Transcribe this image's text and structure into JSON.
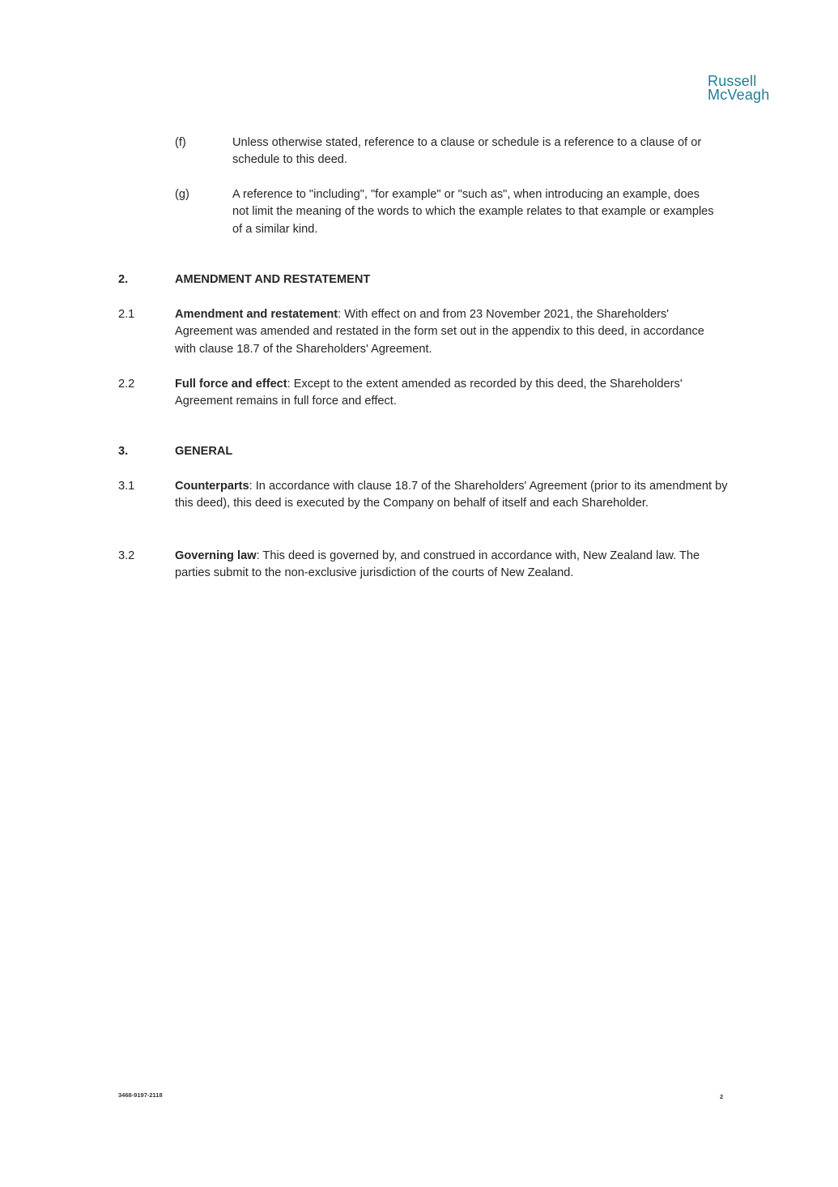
{
  "header": {
    "logo_line1": "Russell",
    "logo_line2": "McVeagh"
  },
  "clauses": {
    "f": {
      "label": "(f)",
      "text": "Unless otherwise stated, reference to a clause or schedule is a reference to a clause of or schedule to this deed."
    },
    "g": {
      "label": "(g)",
      "text": "A reference to \"including\", \"for example\" or \"such as\", when introducing an example, does not limit the meaning of the words to which the example relates to that example or examples of a similar kind."
    }
  },
  "section2": {
    "number": "2.",
    "title": "AMENDMENT AND RESTATEMENT",
    "items": [
      {
        "number": "2.1",
        "lead": "Amendment and restatement",
        "text": ":  With effect on and from 23 November 2021, the Shareholders' Agreement was amended and restated in the form set out in the appendix to this deed, in accordance with clause 18.7 of the Shareholders' Agreement."
      },
      {
        "number": "2.2",
        "lead": "Full force and effect",
        "text": ":  Except to the extent amended as recorded by this deed, the Shareholders' Agreement remains in full force and effect."
      }
    ]
  },
  "section3": {
    "number": "3.",
    "title": "GENERAL",
    "items": [
      {
        "number": "3.1",
        "lead": "Counterparts",
        "text": ":  In accordance with clause 18.7 of the Shareholders' Agreement (prior to its amendment by this deed), this deed is executed by the Company on behalf of itself and each Shareholder."
      },
      {
        "number": "3.2",
        "lead": "Governing law",
        "text": ": This deed is governed by, and construed in accordance with, New Zealand law.  The parties submit to the non-exclusive jurisdiction of the courts of New Zealand."
      }
    ]
  },
  "footer": {
    "doc_ref": "3468-9197-2118",
    "page_number": "2"
  }
}
